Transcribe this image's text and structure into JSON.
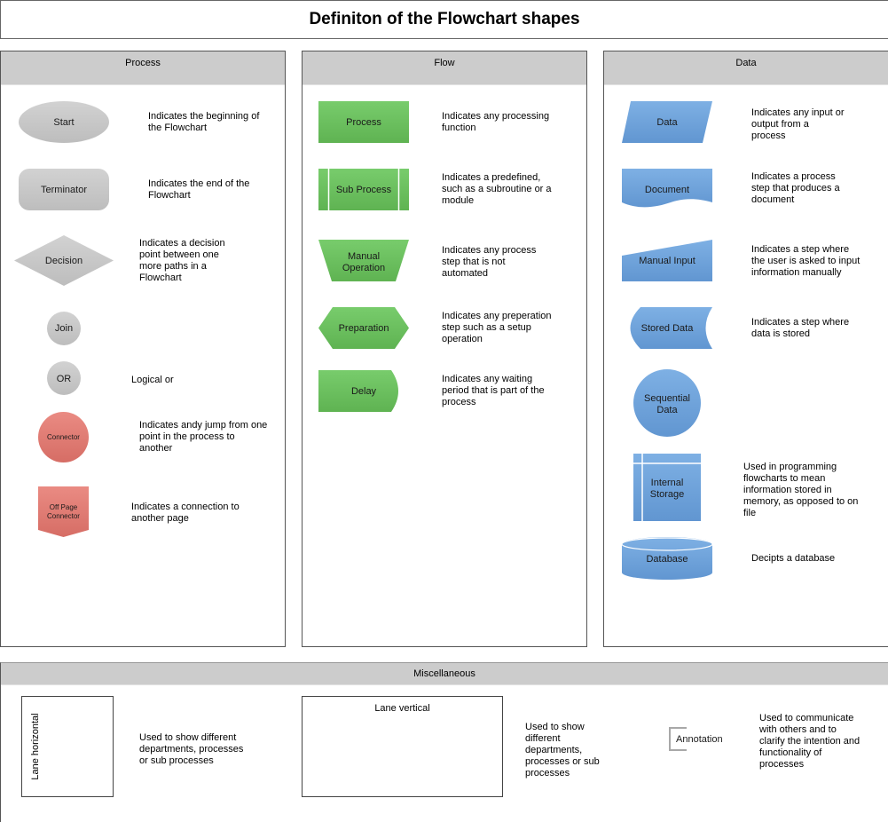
{
  "title": "Definiton of the Flowchart shapes",
  "colors": {
    "gray_shape": "#c8c8c8",
    "green_shape": "#6cc060",
    "blue_shape": "#6fa3dc",
    "red_shape": "#e07c74",
    "header_bg": "#cccccc"
  },
  "panels": {
    "process": {
      "header": "Process",
      "items": [
        {
          "shape": "ellipse",
          "label": "Start",
          "description": "Indicates the beginning of\nthe Flowchart"
        },
        {
          "shape": "rounded-rectangle",
          "label": "Terminator",
          "description": "Indicates the end of the\nFlowchart"
        },
        {
          "shape": "diamond",
          "label": "Decision",
          "description": "Indicates a decision\npoint between one\nmore paths in a\nFlowchart"
        },
        {
          "shape": "circle",
          "label": "Join",
          "description": ""
        },
        {
          "shape": "circle",
          "label": "OR",
          "description": "Logical or"
        },
        {
          "shape": "circle",
          "label": "Connector",
          "description": "Indicates andy jump from one\npoint in the process to\nanother"
        },
        {
          "shape": "off-page",
          "label": "Off Page\nConnector",
          "description": "Indicates a connection to\nanother page"
        }
      ]
    },
    "flow": {
      "header": "Flow",
      "items": [
        {
          "shape": "rectangle",
          "label": "Process",
          "description": "Indicates any processing\nfunction"
        },
        {
          "shape": "subprocess",
          "label": "Sub Process",
          "description": "Indicates a predefined,\nsuch as a subroutine or a\nmodule"
        },
        {
          "shape": "trapezoid",
          "label": "Manual\nOperation",
          "description": "Indicates any process\nstep that is not\nautomated"
        },
        {
          "shape": "hexagon",
          "label": "Preparation",
          "description": "Indicates any preperation\nstep such as a setup\noperation"
        },
        {
          "shape": "delay",
          "label": "Delay",
          "description": "Indicates any waiting\nperiod that is part of the\nprocess"
        }
      ]
    },
    "data": {
      "header": "Data",
      "items": [
        {
          "shape": "parallelogram",
          "label": "Data",
          "description": "Indicates any input or\noutput from a\nprocess"
        },
        {
          "shape": "document",
          "label": "Document",
          "description": "Indicates a process\nstep that produces a\ndocument"
        },
        {
          "shape": "manual-input",
          "label": "Manual Input",
          "description": "Indicates a step where\nthe user is asked to input\ninformation manually"
        },
        {
          "shape": "stored-data",
          "label": "Stored Data",
          "description": "Indicates a step where\ndata is stored"
        },
        {
          "shape": "circle",
          "label": "Sequential\nData",
          "description": ""
        },
        {
          "shape": "internal-storage",
          "label": "Internal\nStorage",
          "description": "Used in programming\nflowcharts to mean\ninformation stored in\nmemory, as opposed to on\nfile"
        },
        {
          "shape": "cylinder",
          "label": "Database",
          "description": "Decipts a database"
        }
      ]
    }
  },
  "misc": {
    "header": "Miscellaneous",
    "lane_horizontal": {
      "label": "Lane horizontal",
      "description": "Used to show different\ndepartments, processes\nor sub processes"
    },
    "lane_vertical": {
      "label": "Lane vertical",
      "description": "Used to show\ndifferent\ndepartments,\nprocesses or sub\nprocesses"
    },
    "annotation": {
      "label": "Annotation",
      "description": "Used to communicate\nwith others and to\nclarify the intention and\nfunctionality of\nprocesses"
    }
  }
}
